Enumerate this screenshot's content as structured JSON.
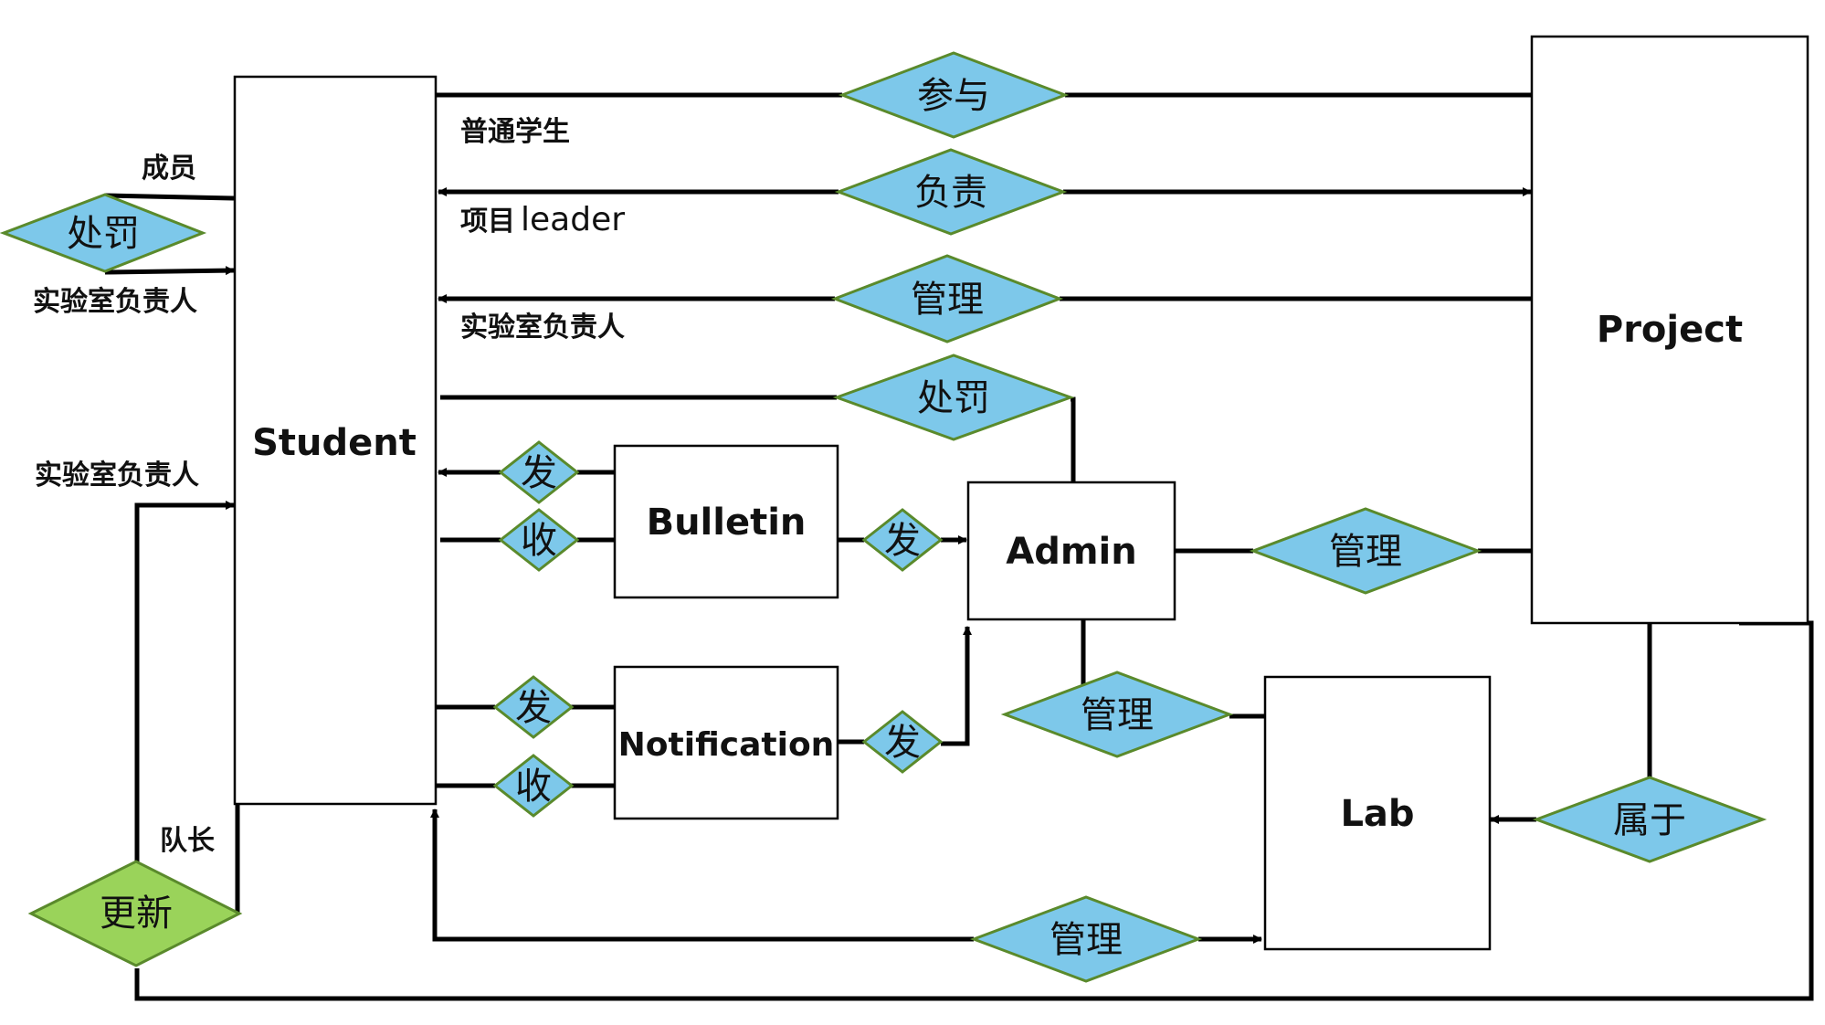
{
  "diagram": {
    "entities": {
      "student": "Student",
      "project": "Project",
      "bulletin": "Bulletin",
      "notification": "Notification",
      "admin": "Admin",
      "lab": "Lab"
    },
    "relationships": {
      "participate": "参与",
      "responsible": "负责",
      "manage_project_lab": "管理",
      "punish_admin": "处罚",
      "student_send_bulletin": "发",
      "student_receive_bulletin": "收",
      "bulletin_send_admin": "发",
      "admin_manage_project": "管理",
      "student_send_notification": "发",
      "student_receive_notification": "收",
      "notification_send_admin": "发",
      "admin_manage_lab": "管理",
      "belongs_to": "属于",
      "student_manage_lab": "管理",
      "punish_self": "处罚",
      "update": "更新"
    },
    "roles": {
      "ordinary_student": "普通学生",
      "project_prefix": "项目",
      "project_leader": "leader",
      "lab_head_1": "实验室负责人",
      "member": "成员",
      "lab_head_2": "实验室负责人",
      "lab_head_3": "实验室负责人",
      "captain": "队长"
    },
    "colors": {
      "relationship_fill": "#7dc8ea",
      "relationship_stroke": "#5a8a2c",
      "update_fill": "#9ad35a",
      "line": "#000000"
    }
  }
}
